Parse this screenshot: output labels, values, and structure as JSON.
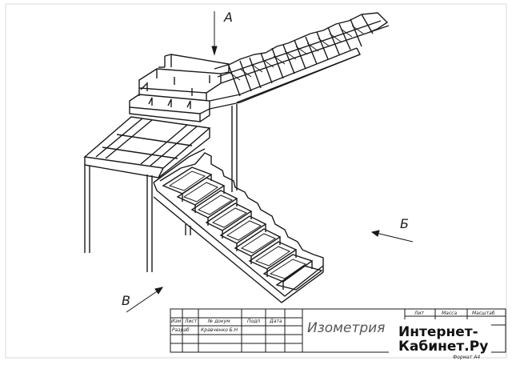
{
  "view_labels": {
    "a": "А",
    "b": "Б",
    "v": "В"
  },
  "title_block": {
    "headers": [
      "Изм",
      "Лист",
      "№ докум",
      "Подп",
      "Дата"
    ],
    "row_role": "Разраб",
    "row_name": "Кравченко Б.Н",
    "drawing_title": "Изометрия",
    "lit_header": "Лит",
    "mass_header": "Масса",
    "scale_header": "Масштаб",
    "format_label": "Формат А4"
  },
  "watermark": {
    "line1": "Интернет-",
    "line2": "Кабинет.Ру"
  },
  "colors": {
    "ink": "#1a1a1a",
    "paper": "#ffffff"
  }
}
